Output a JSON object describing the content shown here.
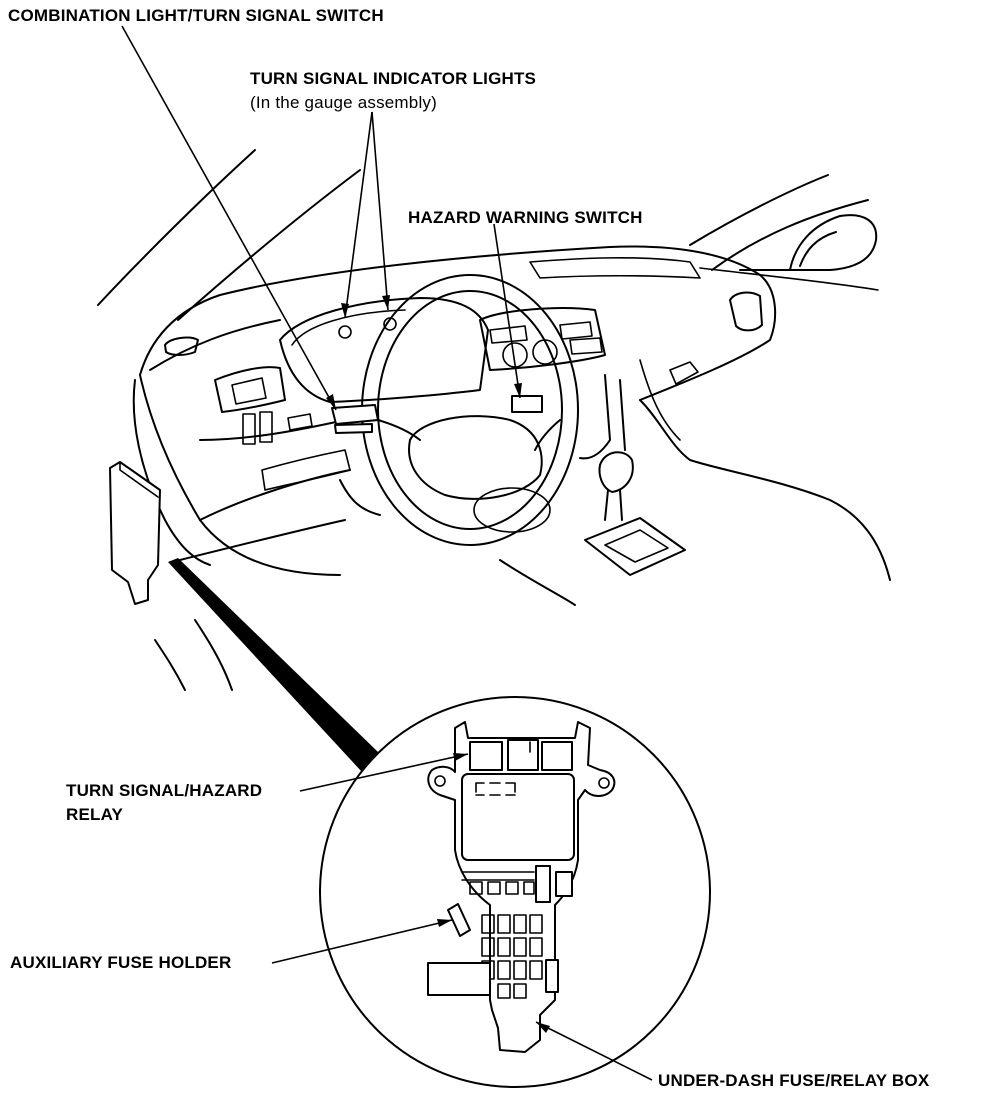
{
  "labels": {
    "combination_switch": "COMBINATION LIGHT/TURN SIGNAL SWITCH",
    "indicator_lights": "TURN SIGNAL INDICATOR LIGHTS",
    "indicator_lights_note": "(In the gauge assembly)",
    "hazard_switch": "HAZARD WARNING SWITCH",
    "relay_line1": "TURN SIGNAL/HAZARD",
    "relay_line2": "RELAY",
    "aux_fuse_holder": "AUXILIARY FUSE HOLDER",
    "fuse_relay_box": "UNDER-DASH FUSE/RELAY BOX"
  },
  "colors": {
    "ink": "#000000",
    "paper": "#ffffff"
  }
}
